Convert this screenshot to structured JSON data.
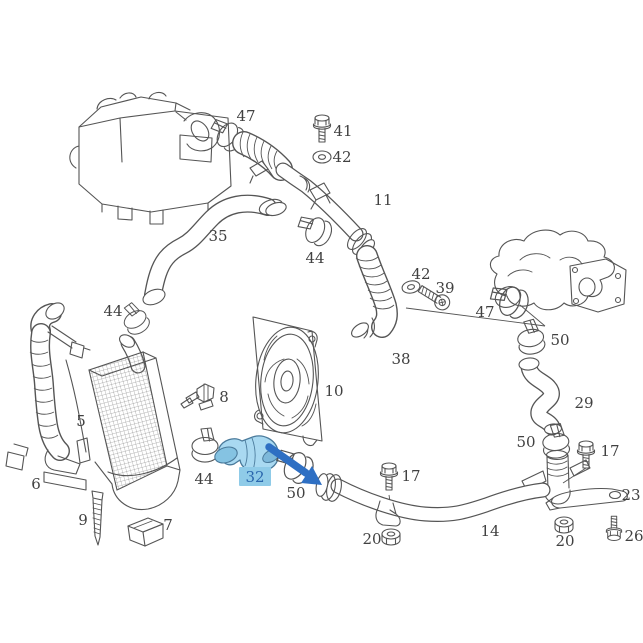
{
  "diagram": {
    "type": "parts-diagram",
    "description_visible": false,
    "highlighted_part": "32",
    "colors": {
      "background": "#ffffff",
      "line": "#555555",
      "label_text": "#414141",
      "highlight_fill": "#a9d9f1",
      "highlight_shade": "#85c3e2",
      "highlight_stroke": "#4a7a9b",
      "highlight_label_bg": "#8fcbe8",
      "highlight_label_text": "#2a66ad",
      "arrow": "#2e6fc3"
    },
    "labels": [
      {
        "id": "47-top",
        "text": "47"
      },
      {
        "id": "41",
        "text": "41"
      },
      {
        "id": "42-top",
        "text": "42"
      },
      {
        "id": "11",
        "text": "11"
      },
      {
        "id": "44-pipe",
        "text": "44"
      },
      {
        "id": "35",
        "text": "35"
      },
      {
        "id": "42-right",
        "text": "42"
      },
      {
        "id": "39",
        "text": "39"
      },
      {
        "id": "47-turbo",
        "text": "47"
      },
      {
        "id": "50-turbo",
        "text": "50"
      },
      {
        "id": "38",
        "text": "38"
      },
      {
        "id": "29",
        "text": "29"
      },
      {
        "id": "10",
        "text": "10"
      },
      {
        "id": "8",
        "text": "8"
      },
      {
        "id": "44-left",
        "text": "44"
      },
      {
        "id": "5",
        "text": "5"
      },
      {
        "id": "6",
        "text": "6"
      },
      {
        "id": "9",
        "text": "9"
      },
      {
        "id": "7",
        "text": "7"
      },
      {
        "id": "44-bottom",
        "text": "44"
      },
      {
        "id": "32-highlight",
        "text": "32"
      },
      {
        "id": "50-center",
        "text": "50"
      },
      {
        "id": "17-center",
        "text": "17"
      },
      {
        "id": "20-center",
        "text": "20"
      },
      {
        "id": "14",
        "text": "14"
      },
      {
        "id": "50-right",
        "text": "50"
      },
      {
        "id": "17-right",
        "text": "17"
      },
      {
        "id": "23",
        "text": "23"
      },
      {
        "id": "20-right",
        "text": "20"
      },
      {
        "id": "26",
        "text": "26"
      }
    ]
  }
}
